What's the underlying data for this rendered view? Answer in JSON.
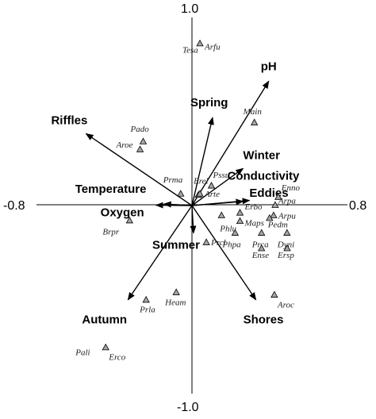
{
  "chart_data": {
    "type": "scatter",
    "title": "",
    "xlabel": "",
    "ylabel": "",
    "xlim": [
      -0.8,
      0.8
    ],
    "ylim": [
      -1.0,
      1.0
    ],
    "grid": false,
    "tick_labels": {
      "x_min": "-0.8",
      "x_max": "0.8",
      "y_max": "1.0",
      "y_min": "-1.0"
    },
    "vectors": [
      {
        "name": "pH",
        "x": 0.395,
        "y": 0.661
      },
      {
        "name": "Spring",
        "x": 0.106,
        "y": 0.468
      },
      {
        "name": "Riffles",
        "x": -0.545,
        "y": 0.382
      },
      {
        "name": "Winter",
        "x": 0.263,
        "y": 0.197
      },
      {
        "name": "Conductivity",
        "x": 0.296,
        "y": 0.027
      },
      {
        "name": "Eddies",
        "x": 0.263,
        "y": 0.022
      },
      {
        "name": "Temperature",
        "x": -0.144,
        "y": 0.008
      },
      {
        "name": "Oxygen",
        "x": -0.185,
        "y": 0.002
      },
      {
        "name": "Summer",
        "x": 0.008,
        "y": -0.146
      },
      {
        "name": "Autumn",
        "x": -0.329,
        "y": -0.501
      },
      {
        "name": "Shores",
        "x": 0.329,
        "y": -0.501
      }
    ],
    "species": [
      {
        "name": "Tesa",
        "x": 0.041,
        "y": 0.862,
        "lx": -22,
        "ly": 12
      },
      {
        "name": "Arfu",
        "x": 0.041,
        "y": 0.862,
        "lx": 6,
        "ly": 8
      },
      {
        "name": "Main",
        "x": 0.321,
        "y": 0.442,
        "lx": -14,
        "ly": -10
      },
      {
        "name": "Pado",
        "x": -0.251,
        "y": 0.341,
        "lx": -16,
        "ly": -12
      },
      {
        "name": "Aroe",
        "x": -0.267,
        "y": 0.299,
        "lx": -30,
        "ly": -2
      },
      {
        "name": "Prma",
        "x": -0.058,
        "y": 0.063,
        "lx": -22,
        "ly": -14
      },
      {
        "name": "Erel",
        "x": 0.033,
        "y": 0.057,
        "lx": -6,
        "ly": -14
      },
      {
        "name": "Pssu",
        "x": 0.1,
        "y": 0.106,
        "lx": 2,
        "ly": -10
      },
      {
        "name": "Arte",
        "x": 0.041,
        "y": 0.063,
        "lx": 6,
        "ly": 4
      },
      {
        "name": "Enno",
        "x": 0.444,
        "y": 0.046,
        "lx": 4,
        "ly": -8
      },
      {
        "name": "Arpa",
        "x": 0.428,
        "y": 0.003,
        "lx": 4,
        "ly": -2
      },
      {
        "name": "Arpu",
        "x": 0.42,
        "y": -0.052,
        "lx": 6,
        "ly": 4
      },
      {
        "name": "Pedm",
        "x": 0.399,
        "y": -0.066,
        "lx": -2,
        "ly": 12
      },
      {
        "name": "Erbo",
        "x": 0.247,
        "y": -0.038,
        "lx": 6,
        "ly": -4
      },
      {
        "name": "Maps",
        "x": 0.247,
        "y": -0.082,
        "lx": 6,
        "ly": 6
      },
      {
        "name": "Phlu",
        "x": 0.152,
        "y": -0.052,
        "lx": -2,
        "ly": 20
      },
      {
        "name": "Phpa",
        "x": 0.222,
        "y": -0.145,
        "lx": -16,
        "ly": 18
      },
      {
        "name": "Prca",
        "x": 0.358,
        "y": -0.145,
        "lx": -12,
        "ly": 18
      },
      {
        "name": "Dyni",
        "x": 0.489,
        "y": -0.145,
        "lx": -12,
        "ly": 18
      },
      {
        "name": "Ense",
        "x": 0.358,
        "y": -0.227,
        "lx": -12,
        "ly": 12
      },
      {
        "name": "Ersp",
        "x": 0.49,
        "y": -0.227,
        "lx": -12,
        "ly": 12
      },
      {
        "name": "Prcl",
        "x": 0.074,
        "y": -0.195,
        "lx": 6,
        "ly": 4
      },
      {
        "name": "Brpr",
        "x": -0.321,
        "y": -0.079,
        "lx": -34,
        "ly": 18
      },
      {
        "name": "Heam",
        "x": -0.081,
        "y": -0.461,
        "lx": -14,
        "ly": 16
      },
      {
        "name": "Prla",
        "x": -0.236,
        "y": -0.501,
        "lx": -8,
        "ly": 16
      },
      {
        "name": "Aroc",
        "x": 0.424,
        "y": -0.474,
        "lx": 4,
        "ly": 16
      },
      {
        "name": "Pali",
        "x": -0.444,
        "y": -0.754,
        "lx": -38,
        "ly": 10
      },
      {
        "name": "Erco",
        "x": -0.444,
        "y": -0.754,
        "lx": 4,
        "ly": 16
      }
    ]
  }
}
